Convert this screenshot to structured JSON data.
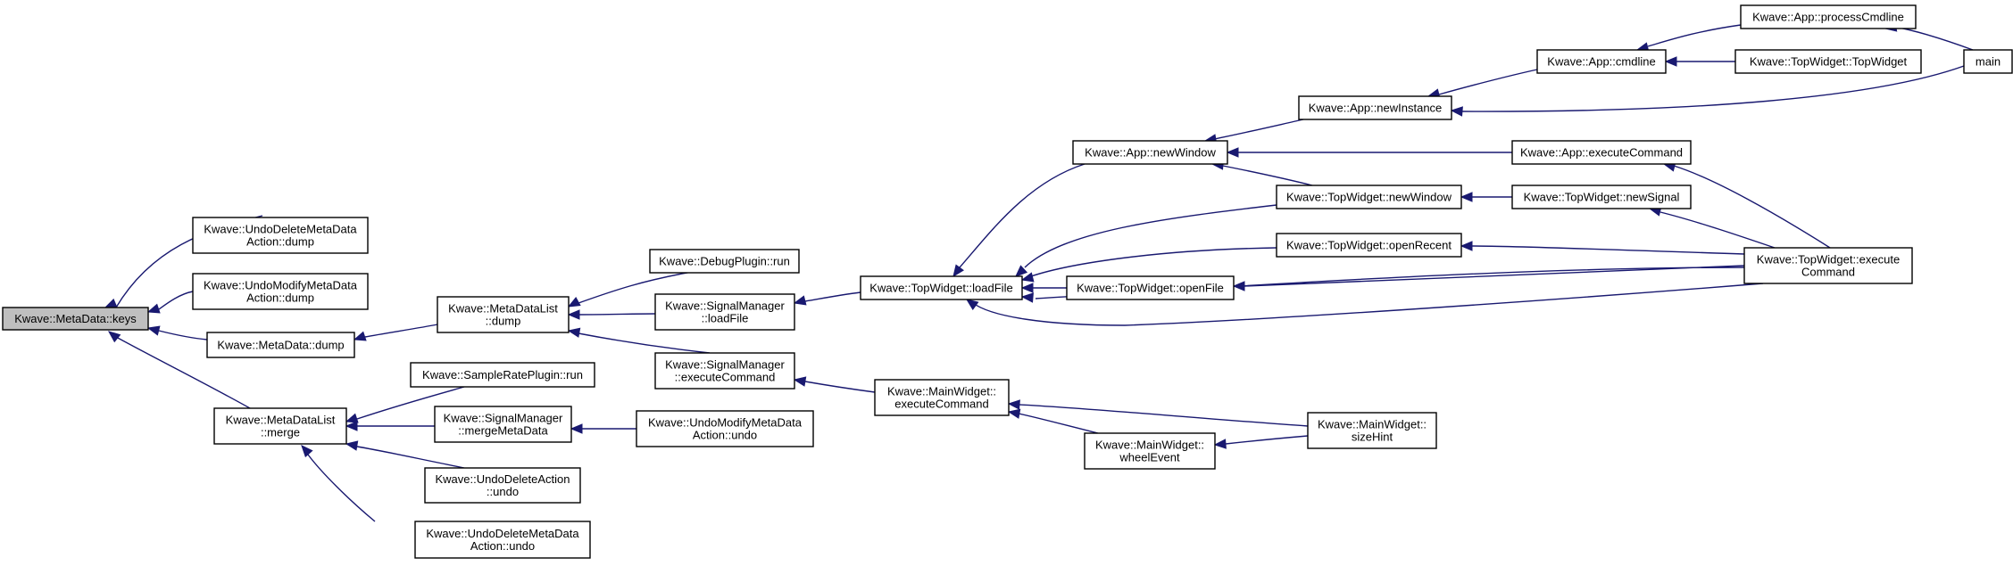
{
  "diagram": {
    "type": "doxygen-caller-graph",
    "colors": {
      "edge": "#191970",
      "root_fill": "#bfbfbf",
      "node_fill": "#ffffff",
      "border": "#000000"
    },
    "nodes": [
      {
        "id": "keys",
        "lines": [
          "Kwave::MetaData::keys"
        ],
        "root": true
      },
      {
        "id": "undoDelMD_dump",
        "lines": [
          "Kwave::UndoDeleteMetaData",
          "Action::dump"
        ]
      },
      {
        "id": "undoModMD_dump",
        "lines": [
          "Kwave::UndoModifyMetaData",
          "Action::dump"
        ]
      },
      {
        "id": "md_dump",
        "lines": [
          "Kwave::MetaData::dump"
        ]
      },
      {
        "id": "mdl_merge",
        "lines": [
          "Kwave::MetaDataList",
          "::merge"
        ]
      },
      {
        "id": "mdl_dump",
        "lines": [
          "Kwave::MetaDataList",
          "::dump"
        ]
      },
      {
        "id": "debug_run",
        "lines": [
          "Kwave::DebugPlugin::run"
        ]
      },
      {
        "id": "sm_loadFile",
        "lines": [
          "Kwave::SignalManager",
          "::loadFile"
        ]
      },
      {
        "id": "sm_execCmd",
        "lines": [
          "Kwave::SignalManager",
          "::executeCommand"
        ]
      },
      {
        "id": "srp_run",
        "lines": [
          "Kwave::SampleRatePlugin::run"
        ]
      },
      {
        "id": "sm_mergeMD",
        "lines": [
          "Kwave::SignalManager",
          "::mergeMetaData"
        ]
      },
      {
        "id": "undoDelAction_undo",
        "lines": [
          "Kwave::UndoDeleteAction",
          "::undo"
        ]
      },
      {
        "id": "undoDelMD_undo",
        "lines": [
          "Kwave::UndoDeleteMetaData",
          "Action::undo"
        ]
      },
      {
        "id": "undoModMD_undo",
        "lines": [
          "Kwave::UndoModifyMetaData",
          "Action::undo"
        ]
      },
      {
        "id": "tw_loadFile",
        "lines": [
          "Kwave::TopWidget::loadFile"
        ]
      },
      {
        "id": "mw_execCmd",
        "lines": [
          "Kwave::MainWidget::",
          "executeCommand"
        ]
      },
      {
        "id": "app_newWindow",
        "lines": [
          "Kwave::App::newWindow"
        ]
      },
      {
        "id": "tw_openFile",
        "lines": [
          "Kwave::TopWidget::openFile"
        ]
      },
      {
        "id": "mw_wheel",
        "lines": [
          "Kwave::MainWidget::",
          "wheelEvent"
        ]
      },
      {
        "id": "tw_newWindow",
        "lines": [
          "Kwave::TopWidget::newWindow"
        ]
      },
      {
        "id": "tw_openRecent",
        "lines": [
          "Kwave::TopWidget::openRecent"
        ]
      },
      {
        "id": "app_newInstance",
        "lines": [
          "Kwave::App::newInstance"
        ]
      },
      {
        "id": "mw_sizeHint",
        "lines": [
          "Kwave::MainWidget::",
          "sizeHint"
        ]
      },
      {
        "id": "app_cmdline",
        "lines": [
          "Kwave::App::cmdline"
        ]
      },
      {
        "id": "app_execCmd",
        "lines": [
          "Kwave::App::executeCommand"
        ]
      },
      {
        "id": "tw_newSignal",
        "lines": [
          "Kwave::TopWidget::newSignal"
        ]
      },
      {
        "id": "tw_execCmd",
        "lines": [
          "Kwave::TopWidget::execute",
          "Command"
        ]
      },
      {
        "id": "app_procCmd",
        "lines": [
          "Kwave::App::processCmdline"
        ]
      },
      {
        "id": "tw_ctor",
        "lines": [
          "Kwave::TopWidget::TopWidget"
        ]
      },
      {
        "id": "main",
        "lines": [
          "main"
        ]
      }
    ],
    "edges": [
      {
        "from": "undoDelMD_dump",
        "to": "keys"
      },
      {
        "from": "undoModMD_dump",
        "to": "keys"
      },
      {
        "from": "md_dump",
        "to": "keys"
      },
      {
        "from": "mdl_merge",
        "to": "keys"
      },
      {
        "from": "mdl_dump",
        "to": "md_dump"
      },
      {
        "from": "debug_run",
        "to": "mdl_dump"
      },
      {
        "from": "sm_loadFile",
        "to": "mdl_dump"
      },
      {
        "from": "sm_execCmd",
        "to": "mdl_dump"
      },
      {
        "from": "srp_run",
        "to": "mdl_merge"
      },
      {
        "from": "sm_mergeMD",
        "to": "mdl_merge"
      },
      {
        "from": "undoDelAction_undo",
        "to": "mdl_merge"
      },
      {
        "from": "undoDelMD_undo",
        "to": "mdl_merge"
      },
      {
        "from": "undoModMD_undo",
        "to": "sm_mergeMD"
      },
      {
        "from": "tw_loadFile",
        "to": "sm_loadFile"
      },
      {
        "from": "mw_execCmd",
        "to": "sm_execCmd"
      },
      {
        "from": "app_newWindow",
        "to": "tw_loadFile"
      },
      {
        "from": "tw_newWindow",
        "to": "tw_loadFile"
      },
      {
        "from": "tw_openRecent",
        "to": "tw_loadFile"
      },
      {
        "from": "tw_openFile",
        "to": "tw_loadFile"
      },
      {
        "from": "tw_execCmd",
        "to": "tw_loadFile",
        "via": "upper"
      },
      {
        "from": "tw_execCmd",
        "to": "tw_loadFile",
        "via": "lower"
      },
      {
        "from": "tw_execCmd",
        "to": "tw_openFile"
      },
      {
        "from": "tw_newSignal",
        "to": "tw_newWindow"
      },
      {
        "from": "tw_execCmd",
        "to": "tw_newSignal"
      },
      {
        "from": "tw_execCmd",
        "to": "tw_openRecent"
      },
      {
        "from": "app_execCmd",
        "to": "app_newWindow"
      },
      {
        "from": "tw_newWindow",
        "to": "app_newWindow"
      },
      {
        "from": "app_newInstance",
        "to": "app_newWindow"
      },
      {
        "from": "tw_execCmd",
        "to": "app_execCmd"
      },
      {
        "from": "app_cmdline",
        "to": "app_newInstance"
      },
      {
        "from": "main",
        "to": "app_newInstance"
      },
      {
        "from": "app_procCmd",
        "to": "app_cmdline"
      },
      {
        "from": "tw_ctor",
        "to": "app_cmdline"
      },
      {
        "from": "main",
        "to": "app_procCmd"
      },
      {
        "from": "mw_sizeHint",
        "to": "mw_execCmd"
      },
      {
        "from": "mw_wheel",
        "to": "mw_execCmd"
      },
      {
        "from": "mw_sizeHint",
        "to": "mw_wheel"
      }
    ]
  }
}
